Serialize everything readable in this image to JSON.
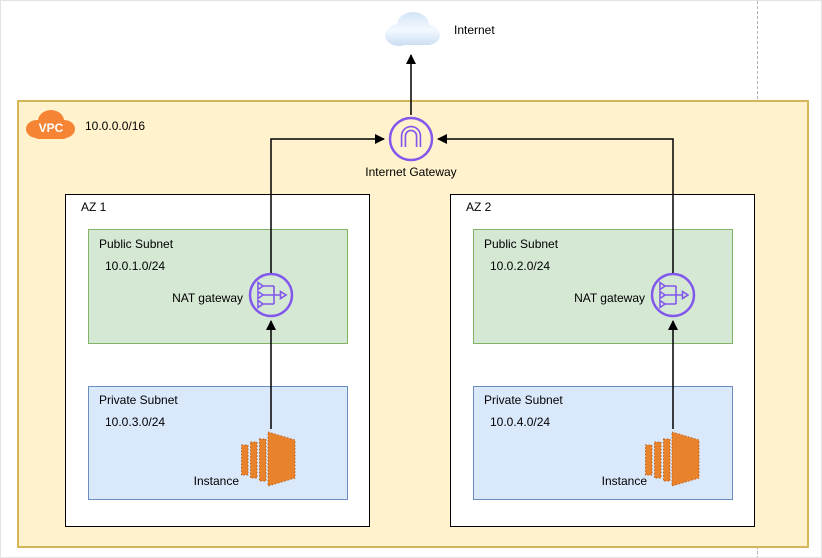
{
  "diagram": {
    "internet": {
      "label": "Internet"
    },
    "internet_gateway": {
      "label": "Internet Gateway"
    },
    "vpc": {
      "icon_label": "VPC",
      "cidr": "10.0.0.0/16"
    },
    "azs": [
      {
        "label": "AZ 1",
        "public_subnet": {
          "title": "Public Subnet",
          "cidr": "10.0.1.0/24"
        },
        "nat_gateway": {
          "label": "NAT gateway"
        },
        "private_subnet": {
          "title": "Private Subnet",
          "cidr": "10.0.3.0/24"
        },
        "instance": {
          "label": "Instance"
        }
      },
      {
        "label": "AZ 2",
        "public_subnet": {
          "title": "Public Subnet",
          "cidr": "10.0.2.0/24"
        },
        "nat_gateway": {
          "label": "NAT gateway"
        },
        "private_subnet": {
          "title": "Private Subnet",
          "cidr": "10.0.4.0/24"
        },
        "instance": {
          "label": "Instance"
        }
      }
    ]
  },
  "icons": {
    "internet": "internet-cloud-icon",
    "vpc": "vpc-cloud-icon",
    "internet_gateway": "internet-gateway-icon",
    "nat_gateway": "nat-gateway-icon",
    "instance": "ec2-instance-icon"
  },
  "colors": {
    "vpc_fill": "#FFF2CC",
    "vpc_border": "#D6B656",
    "public_subnet_fill": "#D5E8D4",
    "public_subnet_border": "#82B366",
    "private_subnet_fill": "#DAE8FC",
    "private_subnet_border": "#6C8EBF",
    "gateway_purple": "#8257EC",
    "instance_orange": "#E8832C",
    "vpc_icon_orange": "#F58534",
    "internet_cloud_blue": "#C9DEF5",
    "connector": "#000000",
    "page_divider": "#B3B3B3"
  }
}
